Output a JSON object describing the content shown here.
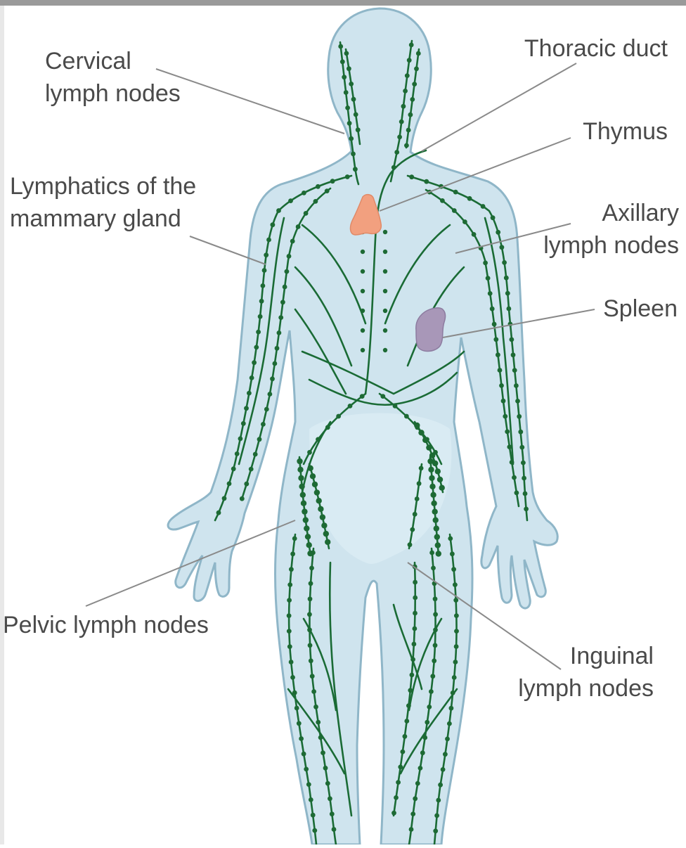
{
  "colors": {
    "body_fill": "#cfe4ee",
    "body_outline": "#8fb6c8",
    "vessel": "#1a6b35",
    "node": "#1d6a34",
    "thymus": "#f2a07f",
    "spleen": "#a897b8",
    "leader_line": "#8a8a8a",
    "label_text": "#4a4a4a"
  },
  "labels": {
    "cervical": [
      "Cervical",
      "lymph nodes"
    ],
    "thoracic_duct": [
      "Thoracic duct"
    ],
    "thymus": [
      "Thymus"
    ],
    "mammary": [
      "Lymphatics of the",
      "mammary gland"
    ],
    "axillary": [
      "Axillary",
      "lymph nodes"
    ],
    "spleen": [
      "Spleen"
    ],
    "pelvic": [
      "Pelvic lymph nodes"
    ],
    "inguinal": [
      "Inguinal",
      "lymph nodes"
    ]
  }
}
